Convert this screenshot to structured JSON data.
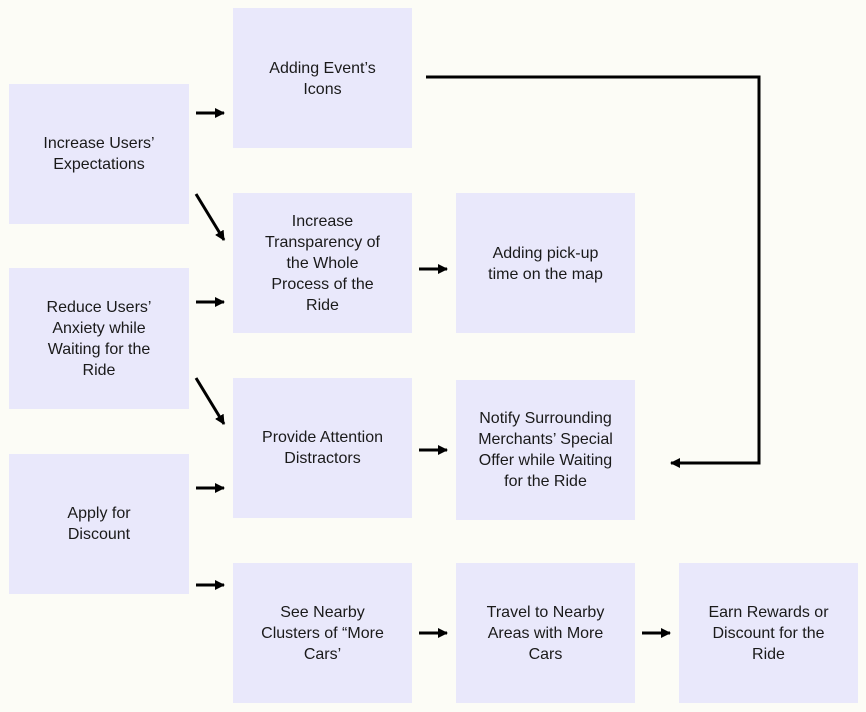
{
  "diagram": {
    "nodes": {
      "increase_expectations": "Increase Users’\nExpectations",
      "reduce_anxiety": "Reduce Users’\nAnxiety while\nWaiting for the\nRide",
      "apply_discount": "Apply for\nDiscount",
      "adding_event_icons": "Adding Event’s\nIcons",
      "increase_transparency": "Increase\nTransparency of\nthe Whole\nProcess of the\nRide",
      "provide_distractors": "Provide Attention\nDistractors",
      "see_nearby_clusters": "See Nearby\nClusters of “More\nCars’",
      "adding_pickup_time": "Adding pick-up\ntime on the map",
      "notify_merchants": "Notify Surrounding\nMerchants’ Special\nOffer while Waiting\nfor the Ride",
      "travel_nearby": "Travel to Nearby\nAreas with More\nCars",
      "earn_rewards": "Earn Rewards or\nDiscount for the\nRide"
    },
    "colors": {
      "box_fill": "#e9e8fb",
      "background": "#fcfcf6",
      "arrow": "#000000"
    }
  }
}
